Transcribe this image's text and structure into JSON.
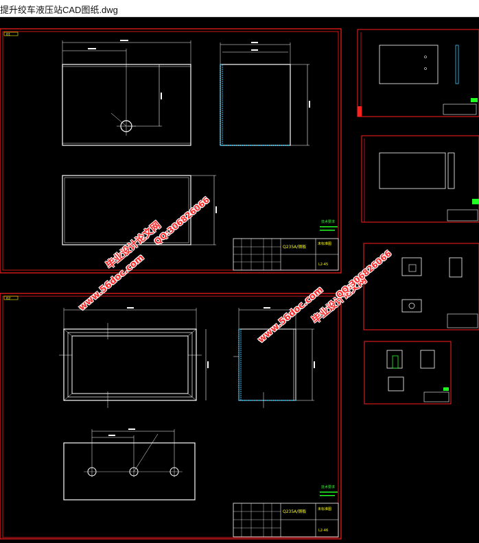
{
  "window": {
    "title": "提升绞车液压站CAD图纸.dwg"
  },
  "sheet1": {
    "corner_tag": "01",
    "title_block": {
      "material": "Q235A/钢板",
      "part_code": "L2-45",
      "approval": "未标准图"
    },
    "notes": "技术要求"
  },
  "sheet2": {
    "corner_tag": "02",
    "title_block": {
      "material": "Q235A/钢板",
      "part_code": "L2-46",
      "approval": "未标准图"
    },
    "notes": "技术要求"
  },
  "watermark": {
    "line_a": "毕业设计论文网",
    "line_b": "www.56doc.com",
    "line_c": "QQ:306826066"
  },
  "colors": {
    "frame": "#ff2020",
    "geometry": "#ffffff",
    "dimension": "#ffffff",
    "hidden": "#33ccff",
    "title_text": "#ffff00",
    "notes_text": "#22ff22"
  }
}
